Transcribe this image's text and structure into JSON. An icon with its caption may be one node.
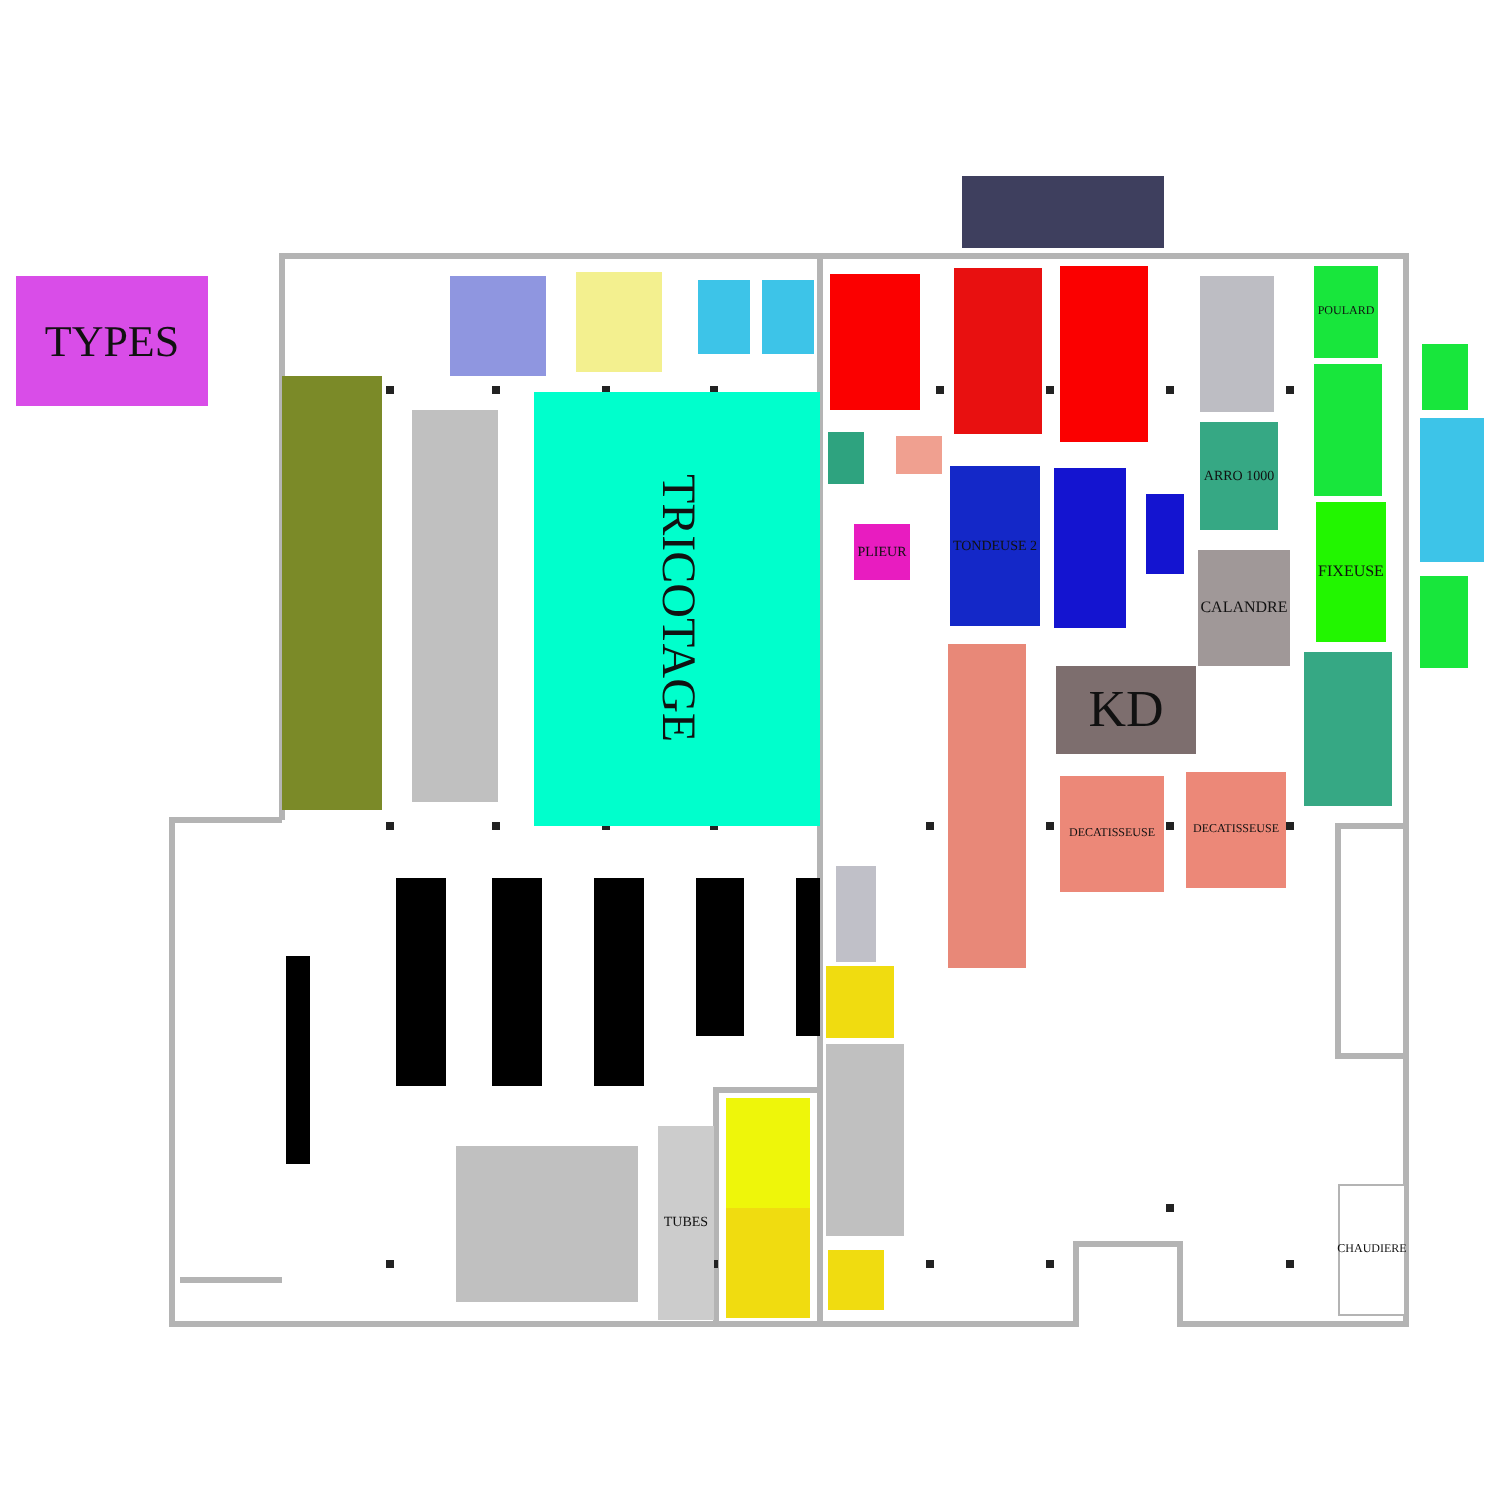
{
  "diagram": {
    "nodes": [
      {
        "text": [
          "TYPES"
        ]
      },
      {
        "text": [],
        "shape": "box"
      },
      {
        "text": [],
        "shape": "box"
      },
      {
        "text": [],
        "shape": "box"
      },
      {
        "text": [],
        "shape": "box"
      },
      {
        "text": [],
        "shape": "box"
      },
      {
        "text": [],
        "shape": "box"
      },
      {
        "text": [],
        "shape": "box"
      },
      {
        "text": [],
        "shape": "box"
      },
      {
        "text": [],
        "shape": "box"
      },
      {
        "text": [
          "POULARD"
        ]
      },
      {
        "text": [],
        "shape": "box"
      },
      {
        "text": [],
        "shape": "box"
      },
      {
        "text": [],
        "shape": "box"
      },
      {
        "text": [
          "TRICOTAGE"
        ]
      },
      {
        "text": [],
        "shape": "box"
      },
      {
        "text": [],
        "shape": "box"
      },
      {
        "text": [],
        "shape": "box"
      },
      {
        "text": [
          "ARRO 1000"
        ]
      },
      {
        "text": [],
        "shape": "box"
      },
      {
        "text": [
          "TONDEUSE 2"
        ]
      },
      {
        "text": [],
        "shape": "box"
      },
      {
        "text": [],
        "shape": "box"
      },
      {
        "text": [
          "PLIEUR"
        ]
      },
      {
        "text": [
          "FIXEUSE"
        ]
      },
      {
        "text": [
          "CALANDRE"
        ]
      },
      {
        "text": [],
        "shape": "box"
      },
      {
        "text": [],
        "shape": "box"
      },
      {
        "text": [
          "KD"
        ]
      },
      {
        "text": [],
        "shape": "box"
      },
      {
        "text": [
          "DECATISSEUSE"
        ]
      },
      {
        "text": [
          "DECATISSEUSE"
        ]
      },
      {
        "text": [],
        "shape": "bar"
      },
      {
        "text": [],
        "shape": "bar"
      },
      {
        "text": [],
        "shape": "bar"
      },
      {
        "text": [],
        "shape": "bar"
      },
      {
        "text": [],
        "shape": "bar"
      },
      {
        "text": [],
        "shape": "bar"
      },
      {
        "text": [],
        "shape": "box"
      },
      {
        "text": [],
        "shape": "box"
      },
      {
        "text": [],
        "shape": "box"
      },
      {
        "text": [],
        "shape": "box"
      },
      {
        "text": [
          "TUBES"
        ]
      },
      {
        "text": [],
        "shape": "box"
      },
      {
        "text": [],
        "shape": "box"
      },
      {
        "text": [],
        "shape": "box"
      },
      {
        "text": [
          "CHAUDIERE"
        ]
      }
    ],
    "edges": []
  }
}
